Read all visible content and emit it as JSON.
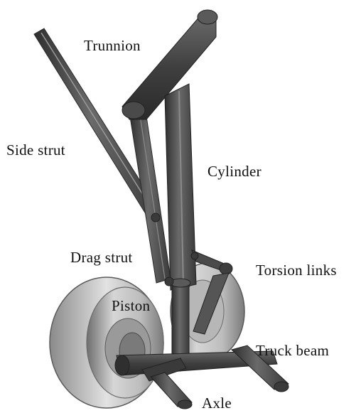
{
  "labels": {
    "trunnion": "Trunnion",
    "side_strut": "Side strut",
    "cylinder": "Cylinder",
    "drag_strut": "Drag strut",
    "torsion_links": "Torsion links",
    "piston": "Piston",
    "truck_beam": "Truck beam",
    "axle": "Axle"
  },
  "colors": {
    "background": "#ffffff",
    "text": "#111111",
    "metal_dark": "#3a3a3a",
    "metal_mid": "#5a5a5a",
    "metal_light": "#8a8a8a",
    "wheel_light": "#d6d6d6",
    "wheel_mid": "#a9a9a9",
    "wheel_dark": "#6e6e6e"
  }
}
